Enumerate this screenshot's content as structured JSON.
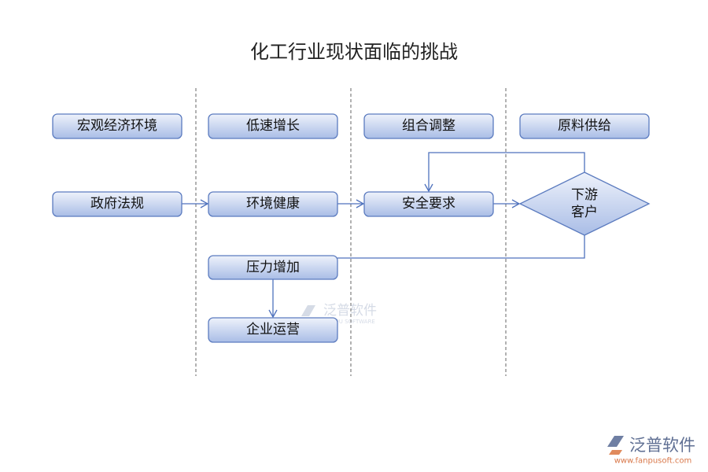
{
  "title": "化工行业现状面临的挑战",
  "colors": {
    "box_border": "#5b7bbf",
    "box_top": "#eef2fb",
    "box_bottom": "#a9bde6",
    "connector": "#4f72bd",
    "divider": "#666666"
  },
  "nodes": {
    "macro_economy": "宏观经济环境",
    "low_growth": "低速增长",
    "restructuring": "组合调整",
    "raw_supply": "原料供给",
    "regulation": "政府法规",
    "env_health": "环境健康",
    "safety": "安全要求",
    "downstream_line1": "下游",
    "downstream_line2": "客户",
    "pressure": "压力增加",
    "operation": "企业运营"
  },
  "watermark": {
    "name": "泛普软件",
    "sub": "FANPU SOFTWARE"
  },
  "logo": {
    "name": "泛普软件",
    "url": "www.fanpusoft.com"
  }
}
